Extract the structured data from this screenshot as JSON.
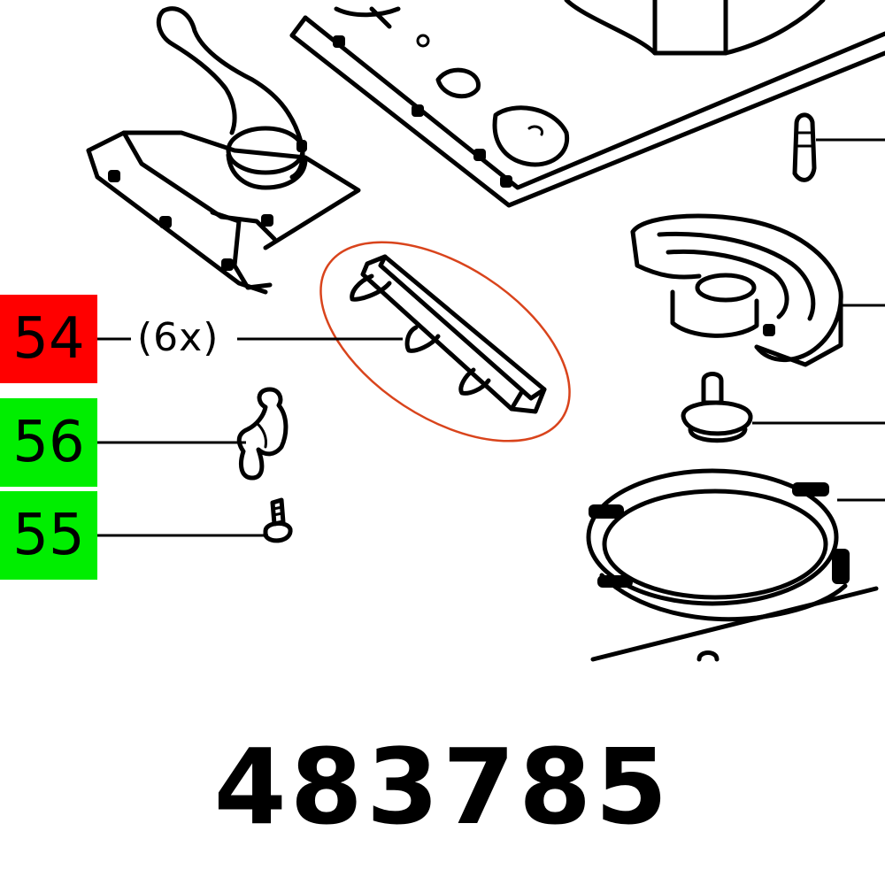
{
  "callouts": [
    {
      "id": "54",
      "label": "54",
      "color": "#ff0000",
      "note": "(6x)"
    },
    {
      "id": "56",
      "label": "56",
      "color": "#00ee00"
    },
    {
      "id": "55",
      "label": "55",
      "color": "#00ee00"
    }
  ],
  "highlight_color": "#d9441c",
  "part_number": "483785"
}
